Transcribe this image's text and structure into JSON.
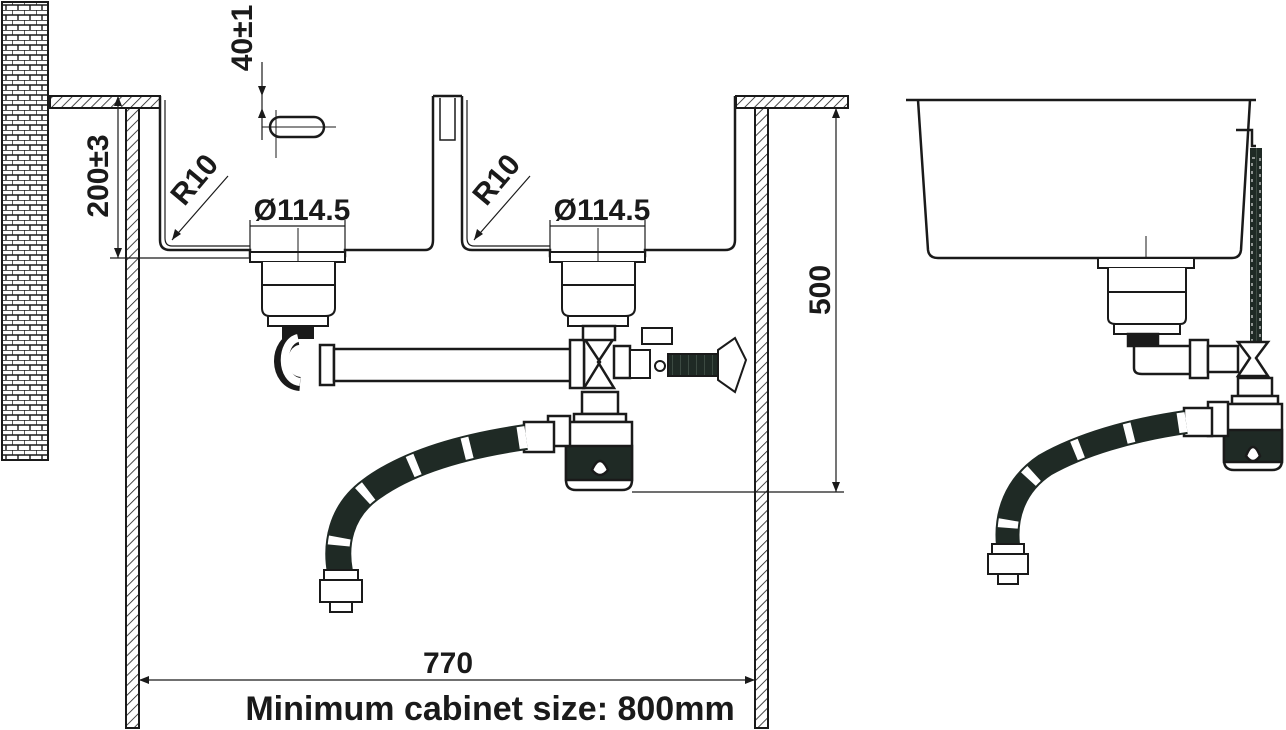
{
  "dimensions": {
    "overflow_offset": "40±1",
    "bowl_depth": "200±3",
    "radius_left": "R10",
    "radius_right": "R10",
    "drain_left": "Ø114.5",
    "drain_right": "Ø114.5",
    "trap_height": "500",
    "cabinet_inner_width": "770"
  },
  "caption": "Minimum cabinet size: 800mm",
  "colors": {
    "line": "#1a1a1a",
    "hose": "#1f2a25",
    "background": "#ffffff"
  }
}
